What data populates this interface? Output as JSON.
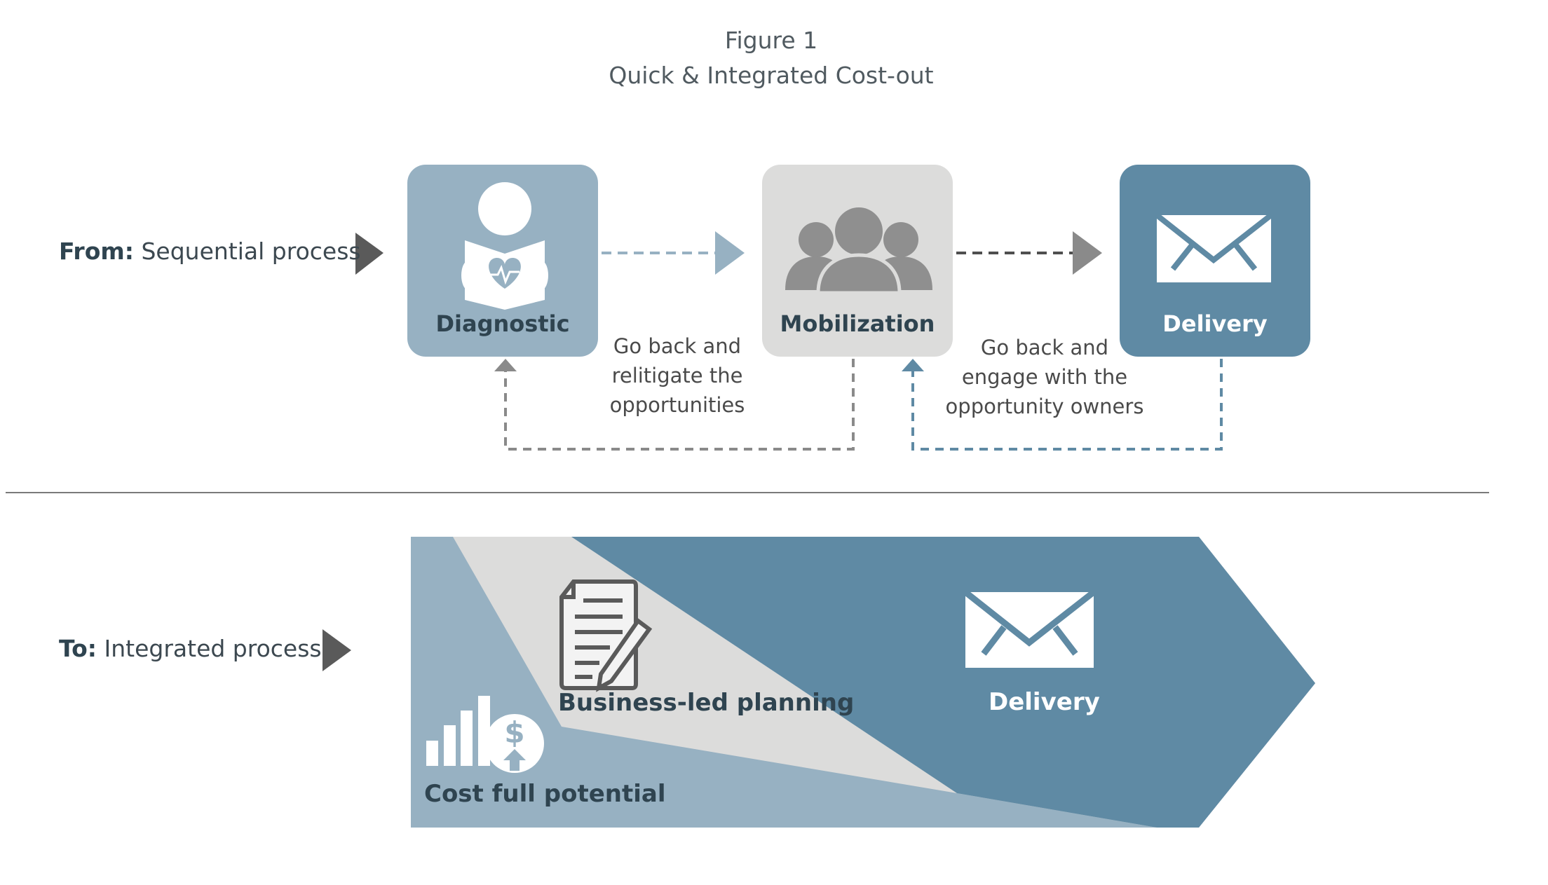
{
  "figure": {
    "number": "Figure 1",
    "title": "Quick & Integrated Cost-out"
  },
  "from_row": {
    "prefix": "From:",
    "label": "Sequential process",
    "steps": [
      {
        "label": "Diagnostic",
        "icon": "person-reading-heart-icon",
        "color": "#97b1c2"
      },
      {
        "label": "Mobilization",
        "icon": "group-of-people-icon",
        "color": "#dcdcdb"
      },
      {
        "label": "Delivery",
        "icon": "envelope-icon",
        "color": "#5f8aa4"
      }
    ],
    "loop_notes": [
      {
        "lines": [
          "Go back and",
          "relitigate the",
          "opportunities"
        ]
      },
      {
        "lines": [
          "Go back and",
          "engage with the",
          "opportunity owners"
        ]
      }
    ]
  },
  "to_row": {
    "prefix": "To:",
    "label": "Integrated process",
    "segments": [
      {
        "label": "Cost full potential",
        "icon": "bar-chart-dollar-icon",
        "color": "#97b1c2"
      },
      {
        "label": "Business-led planning",
        "icon": "document-pen-icon",
        "color": "#dcdcdb"
      },
      {
        "label": "Delivery",
        "icon": "envelope-icon",
        "color": "#5f8aa4"
      }
    ]
  },
  "colors": {
    "light_blue": "#97b1c2",
    "light_gray": "#dcdcdb",
    "dark_blue": "#5f8aa4",
    "dark_gray_arrow": "#5a5a5a",
    "text_dark": "#2f4450"
  }
}
